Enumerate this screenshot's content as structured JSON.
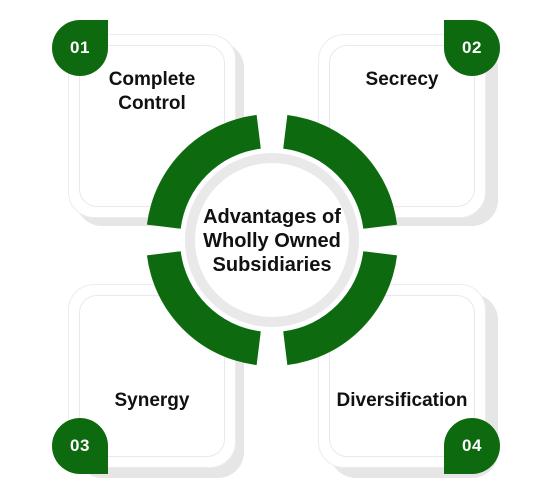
{
  "center": {
    "line1": "Advantages of",
    "line2": "Wholly Owned",
    "line3": "Subsidiaries"
  },
  "items": [
    {
      "number": "01",
      "label_line1": "Complete",
      "label_line2": "Control"
    },
    {
      "number": "02",
      "label_line1": "Secrecy",
      "label_line2": ""
    },
    {
      "number": "03",
      "label_line1": "Synergy",
      "label_line2": ""
    },
    {
      "number": "04",
      "label_line1": "Diversification",
      "label_line2": ""
    }
  ],
  "colors": {
    "accent": "#0e6a0e",
    "ring_inner": "#e9e9e9"
  }
}
